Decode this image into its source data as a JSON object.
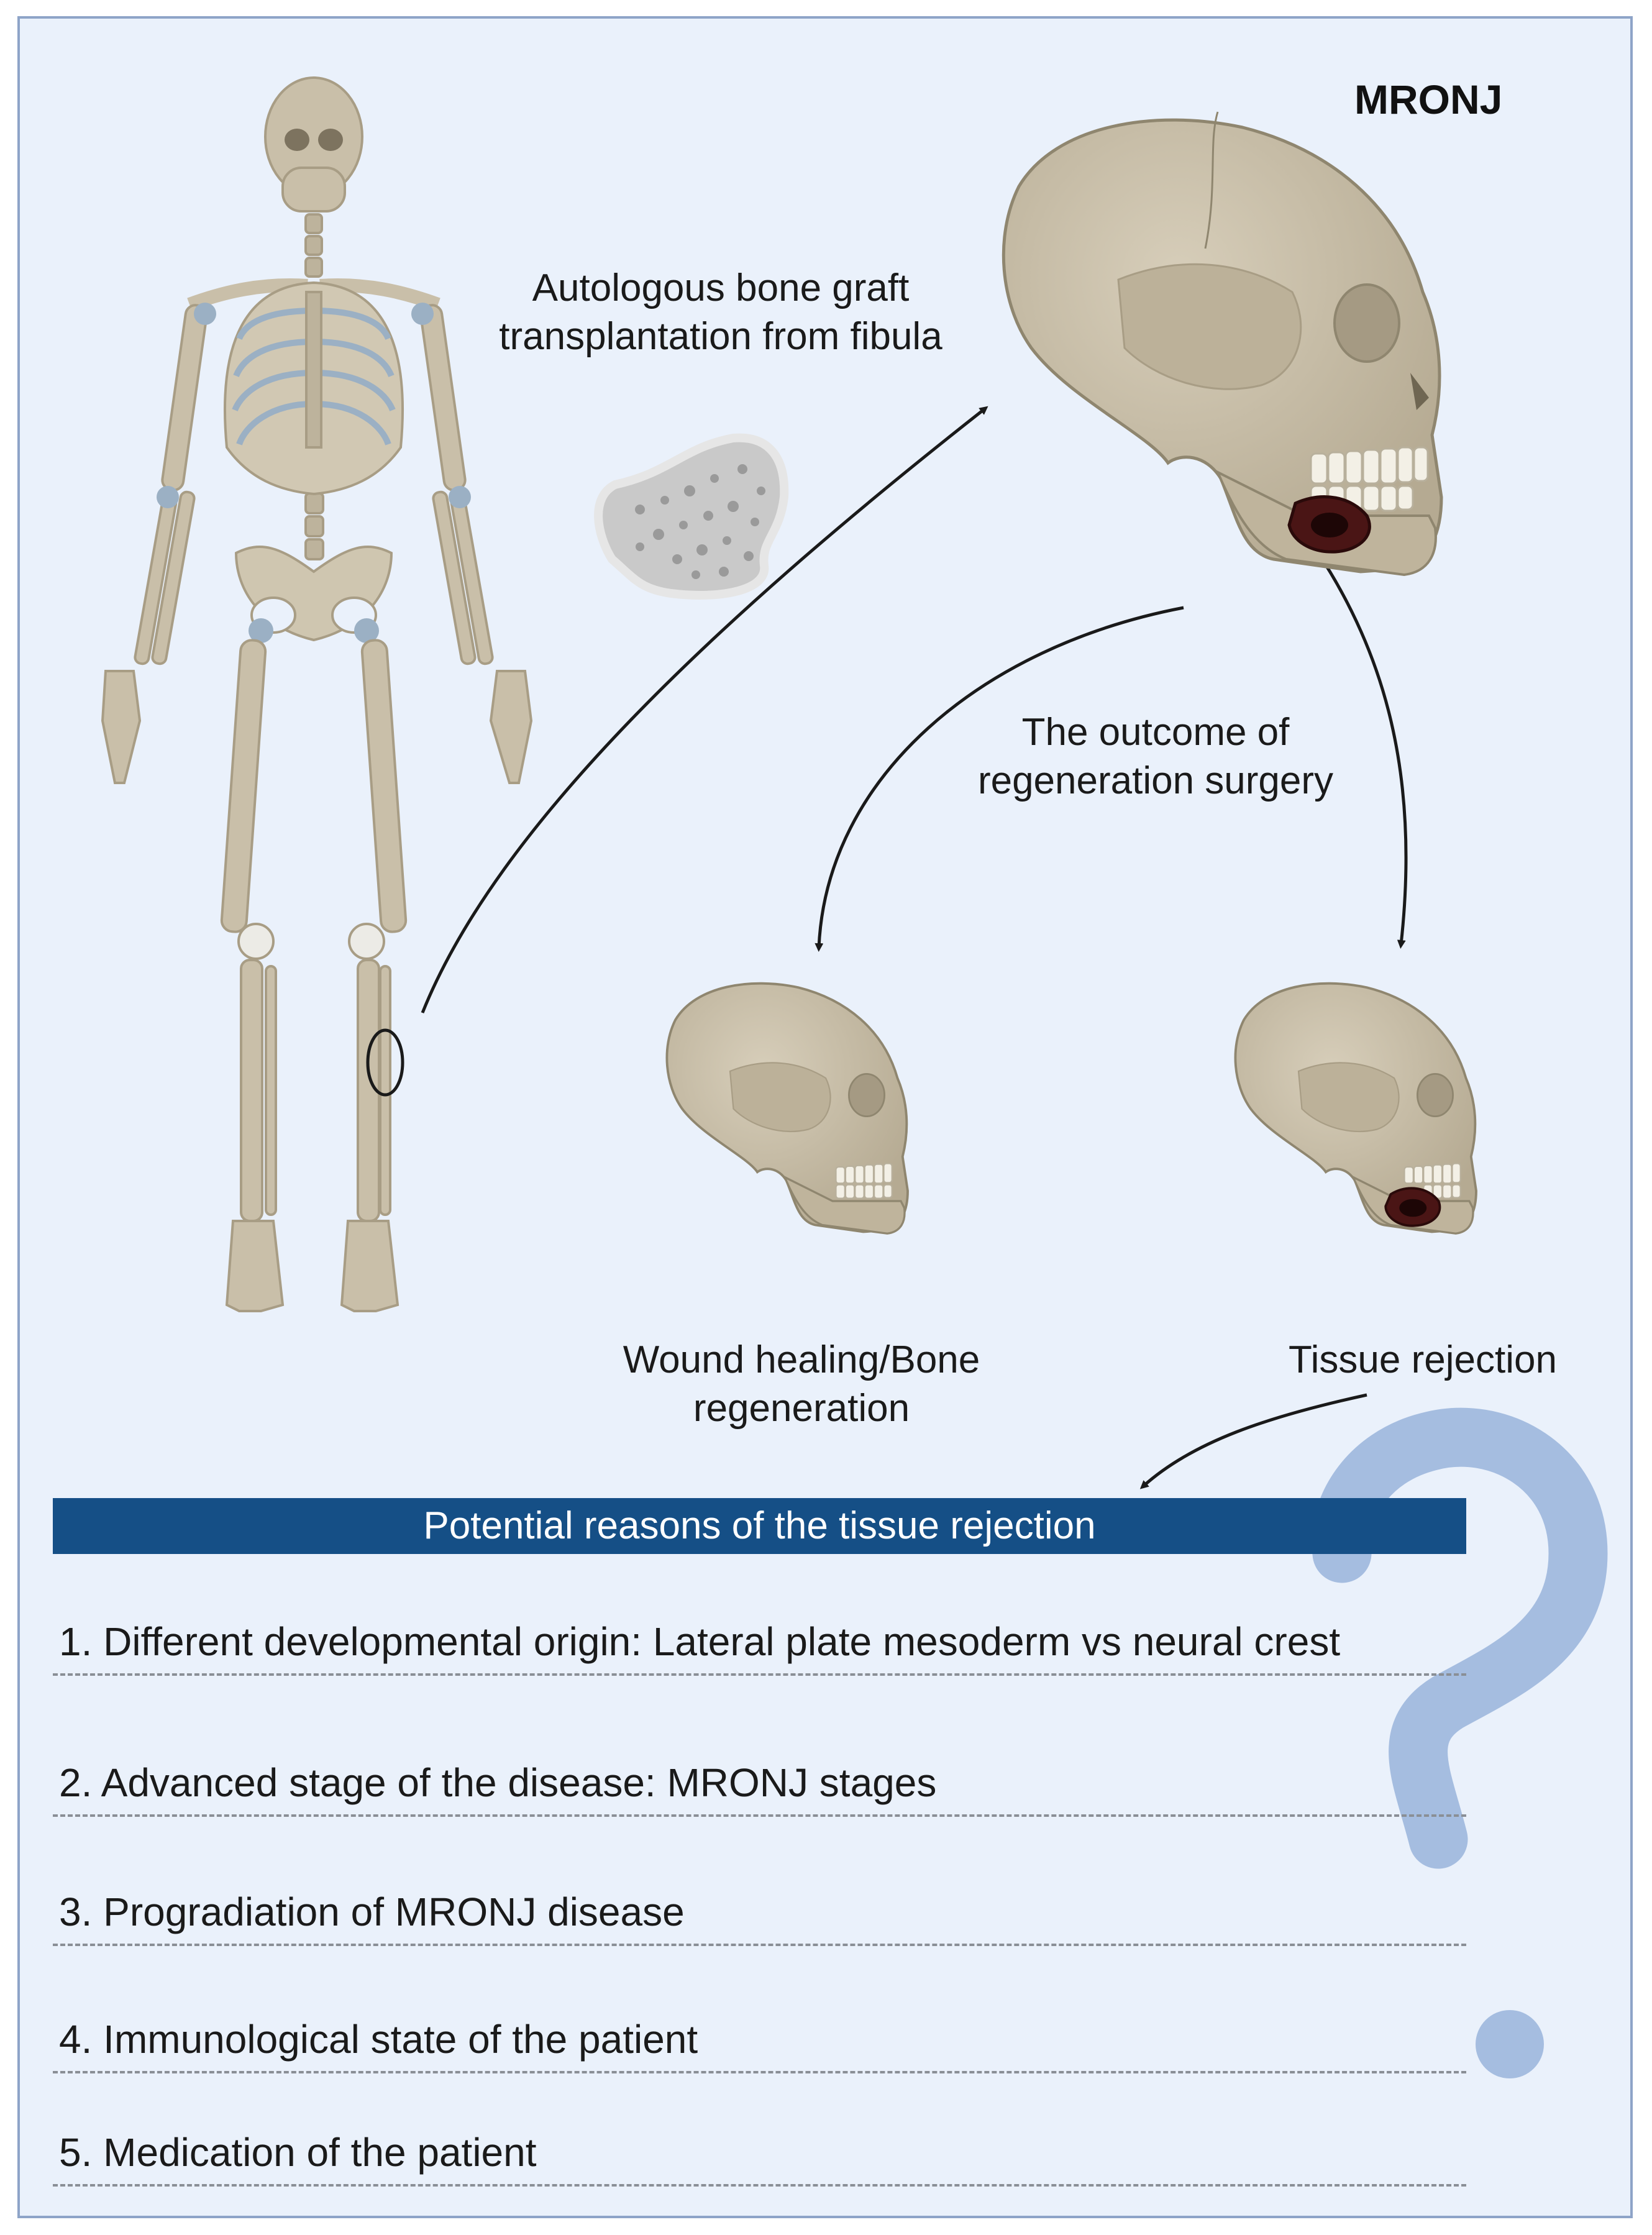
{
  "title": "MRONJ",
  "graft_label": "Autologous bone graft transplantation from fibula",
  "outcome_label": "The outcome of regeneration surgery",
  "outcomes": {
    "healing": "Wound healing/Bone regeneration",
    "rejection": "Tissue rejection"
  },
  "reasons_header": "Potential reasons of the tissue rejection",
  "reasons": [
    "1.  Different developmental origin: Lateral plate mesoderm vs neural crest",
    "2. Advanced stage of the disease: MRONJ stages",
    "3. Progradiation of MRONJ disease",
    "4. Immunological state of the patient",
    "5. Medication of the patient"
  ],
  "colors": {
    "background": "#eaf1fb",
    "frame_border": "#8ea4c8",
    "banner": "#154f86",
    "bone": "#c9bfa9",
    "bone_dark": "#a89d85",
    "lesion": "#3a1010",
    "question_mark": "#a5bde0"
  },
  "icons": [
    "skeleton",
    "fibula-bone-segment",
    "skull-with-lesion",
    "skull-healed",
    "question-mark"
  ]
}
